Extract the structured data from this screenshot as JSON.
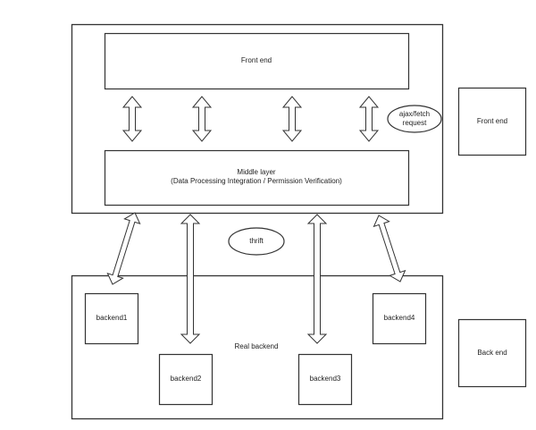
{
  "diagram": {
    "frontend_layer": {
      "label": "Front end"
    },
    "middle_layer": {
      "label_line1": "Middle layer",
      "label_line2": "(Data Processing Integration / Permission Verification)"
    },
    "ajax_note": {
      "line1": "ajax/fetch",
      "line2": "request"
    },
    "thrift_note": {
      "label": "thrift"
    },
    "real_backend": {
      "label": "Real backend"
    },
    "backends": [
      {
        "label": "backend1"
      },
      {
        "label": "backend2"
      },
      {
        "label": "backend3"
      },
      {
        "label": "backend4"
      }
    ],
    "legend": {
      "front": {
        "label": "Front end"
      },
      "back": {
        "label": "Back end"
      }
    },
    "colors": {
      "stroke": "#333333",
      "fill": "#ffffff",
      "text": "#222222"
    }
  }
}
